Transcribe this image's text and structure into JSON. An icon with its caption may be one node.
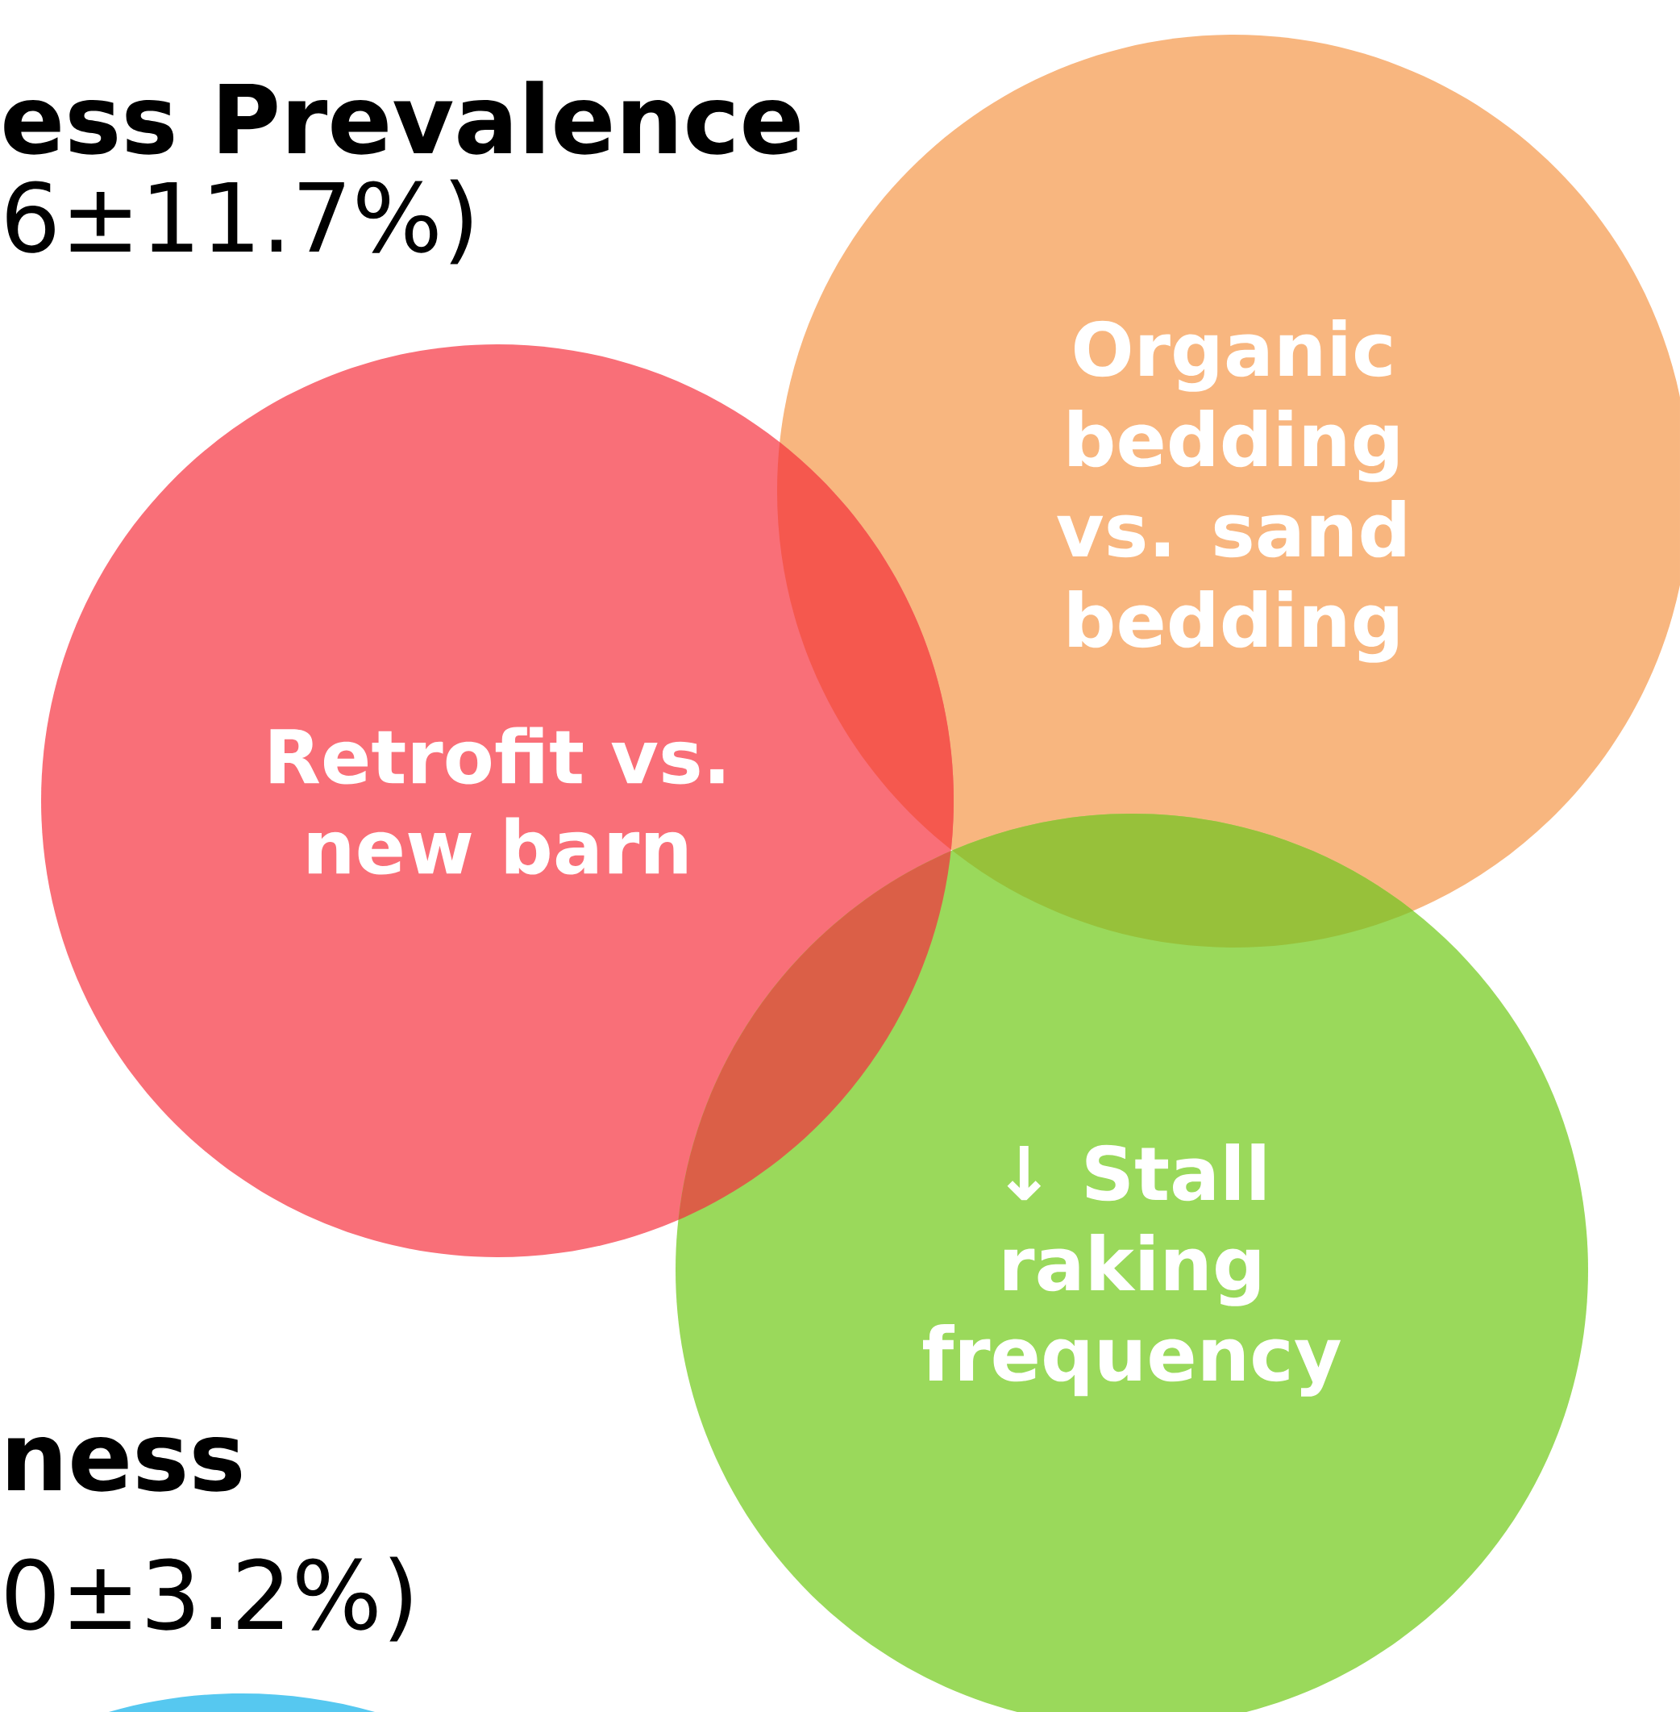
{
  "diagram": {
    "nodes": [
      {
        "text": [
          "Organic bedding vs. sand bedding"
        ]
      },
      {
        "text": [
          "Retrofit vs. new barn"
        ]
      },
      {
        "text": [
          "↓ Stall raking frequency"
        ]
      },
      {
        "text": [],
        "shape": "circle"
      }
    ],
    "labels": [
      "ess Prevalence",
      "6±11.7%)",
      "ness",
      "0±3.2%)"
    ]
  }
}
